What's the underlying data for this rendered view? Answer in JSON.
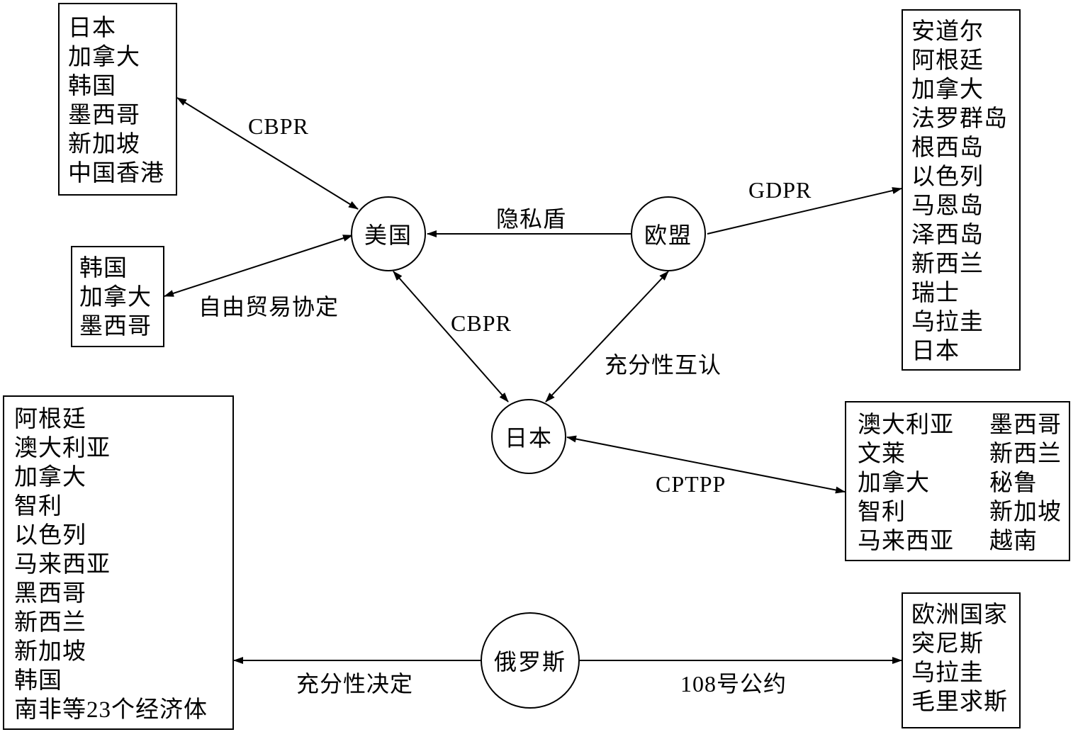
{
  "nodes": {
    "usa": "美国",
    "eu": "欧盟",
    "japan": "日本",
    "russia": "俄罗斯"
  },
  "edges": {
    "cbpr_top": "CBPR",
    "fta": "自由贸易协定",
    "privacy_shield": "隐私盾",
    "gdpr": "GDPR",
    "cbpr_usa_japan": "CBPR",
    "adequacy_mutual": "充分性互认",
    "cptpp": "CPTPP",
    "adequacy_decision": "充分性决定",
    "convention_108": "108号公约"
  },
  "boxes": {
    "cbpr_members": [
      "日本",
      "加拿大",
      "韩国",
      "墨西哥",
      "新加坡",
      "中国香港"
    ],
    "fta_members": [
      "韩国",
      "加拿大",
      "墨西哥"
    ],
    "gdpr_members": [
      "安道尔",
      "阿根廷",
      "加拿大",
      "法罗群岛",
      "根西岛",
      "以色列",
      "马恩岛",
      "泽西岛",
      "新西兰",
      "瑞士",
      "乌拉圭",
      "日本"
    ],
    "cptpp_left": [
      "澳大利亚",
      "文莱",
      "加拿大",
      "智利",
      "马来西亚"
    ],
    "cptpp_right": [
      "墨西哥",
      "新西兰",
      "秘鲁",
      "新加坡",
      "越南"
    ],
    "russia_adequacy": [
      "阿根廷",
      "澳大利亚",
      "加拿大",
      "智利",
      "以色列",
      "马来西亚",
      "黑西哥",
      "新西兰",
      "新加坡",
      "韩国",
      "南非等23个经济体"
    ],
    "convention_members": [
      "欧洲国家",
      "突尼斯",
      "乌拉圭",
      "毛里求斯"
    ]
  }
}
